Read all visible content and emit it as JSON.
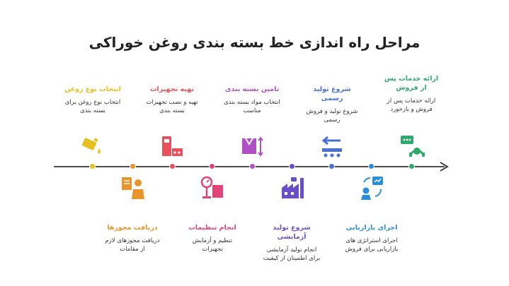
{
  "title": "مراحل راه اندازی خط بسته بندی روغن خوراکی",
  "top_steps": [
    {
      "label": "انتخاب نوع روغن",
      "desc": "انتخاب نوع روغن برای بسته بندی",
      "color": "#e6c01e",
      "icon": "oil-pour-icon"
    },
    {
      "label": "تهیه تجهیزات",
      "desc": "تهیه و نصب تجهیزات بسته بندی",
      "color": "#e8505b",
      "icon": "machine-icon"
    },
    {
      "label": "تامین بسته بندی",
      "desc": "انتخاب مواد بسته بندی مناسب",
      "color": "#b14fc7",
      "icon": "package-icon"
    },
    {
      "label": "شروع تولید رسمی",
      "desc": "شروع تولید و فروش رسمی",
      "color": "#4a6fd6",
      "icon": "conveyor-icon"
    },
    {
      "label": "ارائه خدمات پس از فروش",
      "desc": "ارائه خدمات پس از فروش و بازخورد",
      "color": "#2fa86b",
      "icon": "support-icon"
    }
  ],
  "bottom_steps": [
    {
      "label": "دریافت مجوزها",
      "desc": "دریافت مجوزهای لازم از مقامات",
      "color": "#e8962a",
      "icon": "license-icon"
    },
    {
      "label": "انجام تنظیمات",
      "desc": "تنظیم و آزمایش تجهیزات",
      "color": "#e0457a",
      "icon": "scale-icon"
    },
    {
      "label": "شروع تولید آزمایشی",
      "desc": "انجام تولید آزمایشی برای اطمینان از کیفیت",
      "color": "#6a4fc9",
      "icon": "factory-icon"
    },
    {
      "label": "اجرای بازاریابی",
      "desc": "اجرای استراتژی های بازاریابی برای فروش",
      "color": "#2a8fd6",
      "icon": "marketing-icon"
    }
  ],
  "dot_colors": [
    "#e6c01e",
    "#e8962a",
    "#e8505b",
    "#e0457a",
    "#b14fc7",
    "#6a4fc9",
    "#4a6fd6",
    "#2a8fd6",
    "#2fa86b"
  ]
}
